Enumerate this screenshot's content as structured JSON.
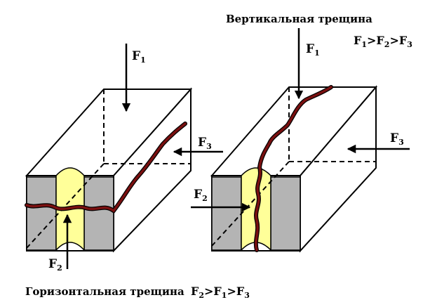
{
  "captions": {
    "vertical": "Вертикальная трещина",
    "horizontal": "Горизонтальная трещина"
  },
  "conditions": {
    "vertical": {
      "parts": [
        "F",
        "1",
        ">",
        "F",
        "2",
        ">",
        "F",
        "3"
      ]
    },
    "horizontal": {
      "parts": [
        "F",
        "2",
        ">",
        "F",
        "1",
        ">",
        "F",
        "3"
      ]
    }
  },
  "left_block": {
    "forces": {
      "f1": {
        "main": "F",
        "sub": "1"
      },
      "f2": {
        "main": "F",
        "sub": "2"
      },
      "f3": {
        "main": "F",
        "sub": "3"
      }
    }
  },
  "right_block": {
    "forces": {
      "f1": {
        "main": "F",
        "sub": "1"
      },
      "f2": {
        "main": "F",
        "sub": "2"
      },
      "f3": {
        "main": "F",
        "sub": "3"
      }
    }
  },
  "colors": {
    "outline": "#000000",
    "casing": "#b4b4b4",
    "core": "#ffff99",
    "fracture": "#7a1010",
    "background": "#ffffff"
  }
}
